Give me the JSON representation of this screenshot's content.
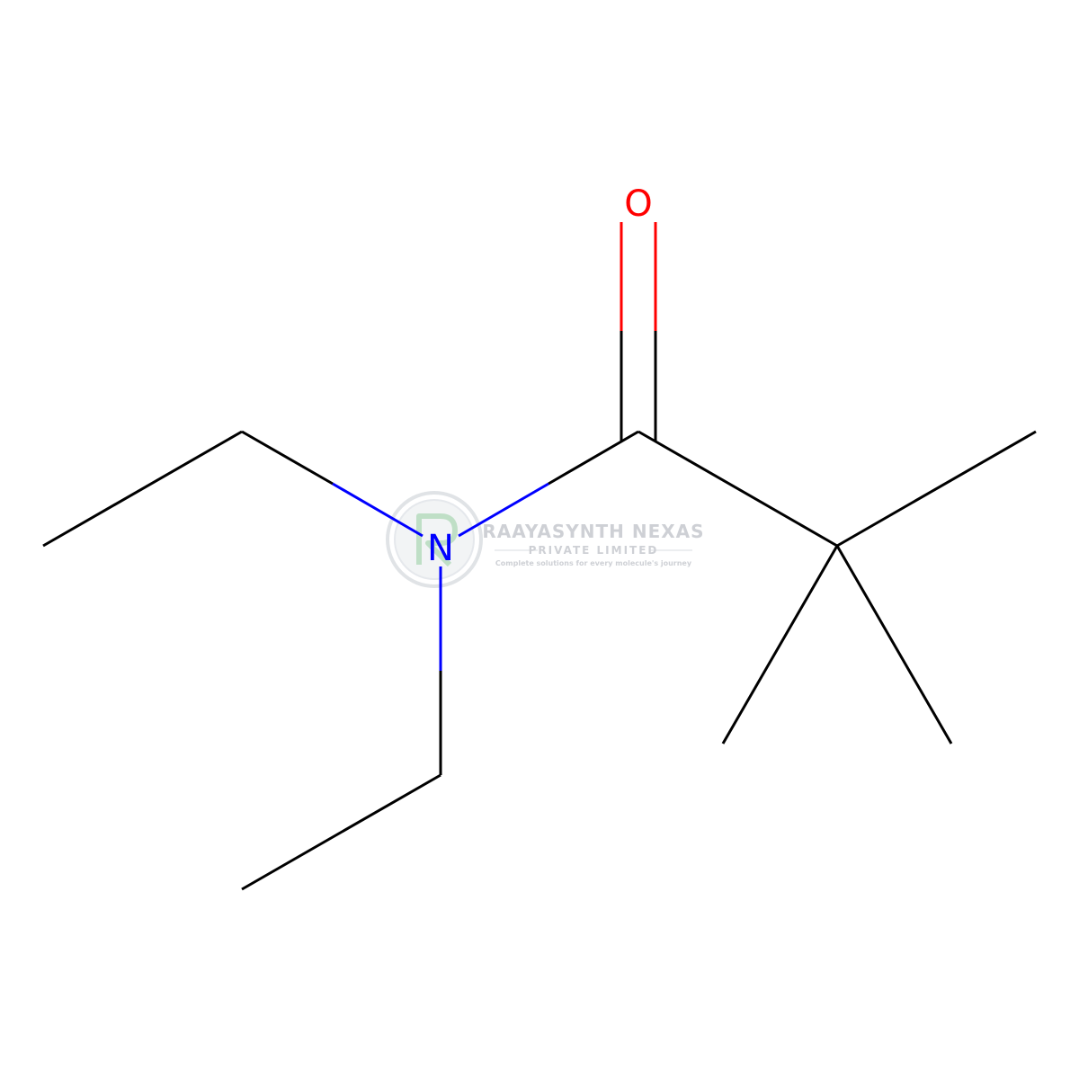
{
  "molecule": {
    "atoms": [
      {
        "id": "O1",
        "symbol": "O",
        "color": "#ff0000"
      },
      {
        "id": "N1",
        "symbol": "N",
        "color": "#0000ff"
      }
    ],
    "colors": {
      "bond": "#000000",
      "nitrogen": "#0000ff",
      "oxygen": "#ff0000"
    }
  },
  "watermark": {
    "title": "RAAYASYNTH NEXAS",
    "subtitle": "PRIVATE LIMITED",
    "tagline": "Complete solutions for every molecule's journey",
    "color": "#c9ccd1",
    "logo_color": "#b9dcc0"
  }
}
